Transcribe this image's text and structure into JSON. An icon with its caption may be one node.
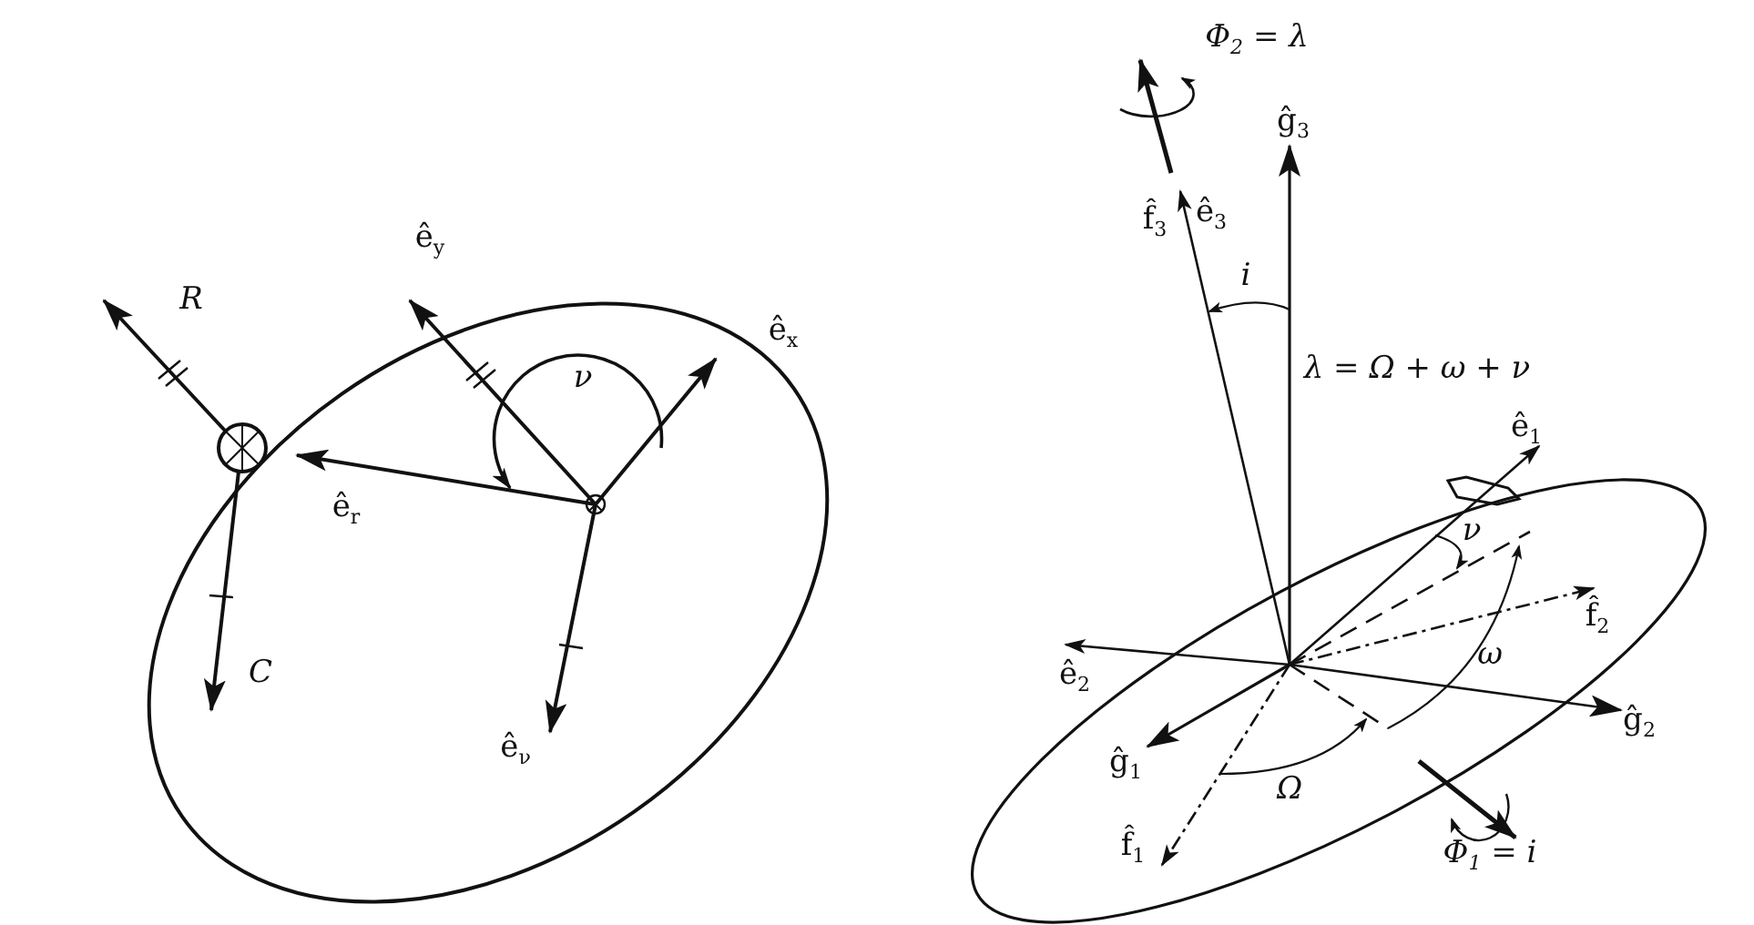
{
  "diagram": {
    "labels": [
      "R",
      "ê$_{y}$",
      "ê$_{x}$",
      "ν",
      "ê$_{r}$",
      "C",
      "ê$_{ν}$",
      "Φ$_{2}$ = λ",
      "ĝ$_{3}$",
      "f̂$_{3}$",
      "ê$_{3}$",
      "i",
      "λ = Ω + ω + ν",
      "ê$_{1}$",
      "ν",
      "f̂$_{2}$",
      "ω",
      "ê$_{2}$",
      "ĝ$_{2}$",
      "ĝ$_{1}$",
      "Ω",
      "f̂$_{1}$",
      "Φ$_{1}$ = i"
    ]
  }
}
